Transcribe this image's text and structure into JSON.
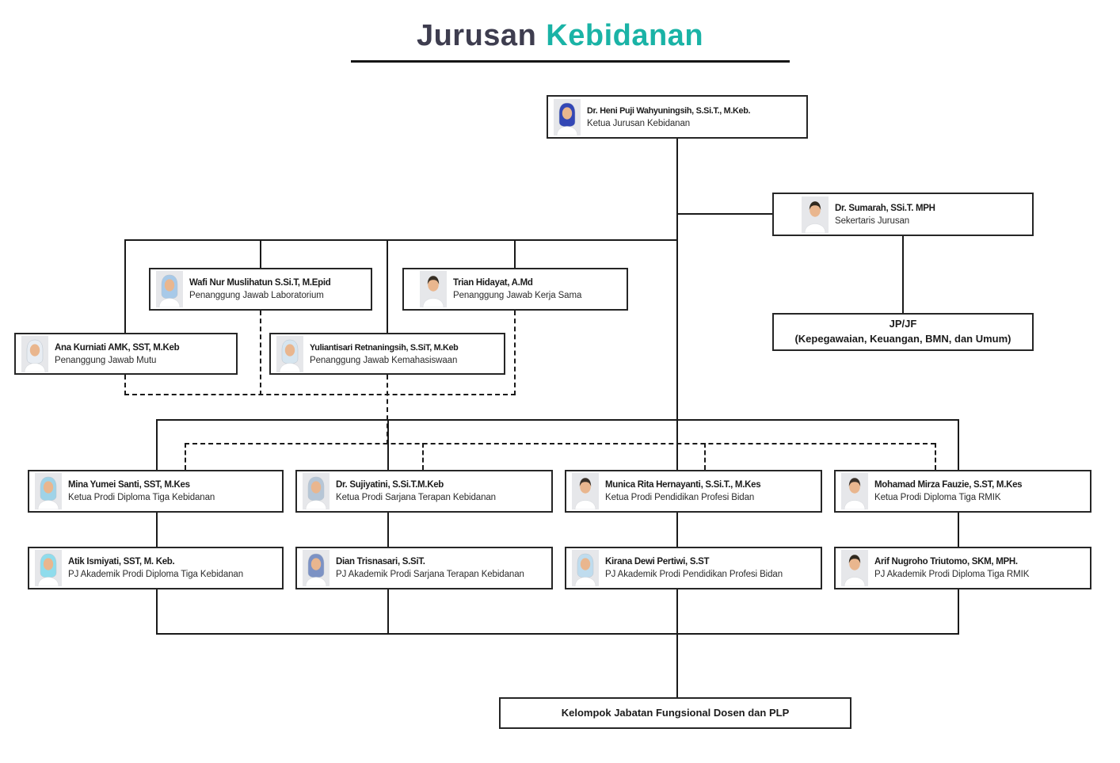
{
  "title": {
    "part1": "Jurusan",
    "part2": "Kebidanan"
  },
  "colors": {
    "accent": "#1ab3a6",
    "title_dark": "#3e3d4f",
    "line": "#1a1a1a",
    "box_border": "#262626"
  },
  "nodes": {
    "ketua": {
      "name": "Dr. Heni Puji Wahyuningsih, S.Si.T., M.Keb.",
      "role": "Ketua Jurusan Kebidanan",
      "avatar": {
        "type": "hijab",
        "color": "#3347b5"
      }
    },
    "sekertaris": {
      "name": "Dr. Sumarah, SSi.T. MPH",
      "role": "Sekertaris Jurusan",
      "avatar": {
        "type": "hair",
        "color": "#30291f"
      }
    },
    "jpjf": {
      "line1": "JP/JF",
      "line2": "(Kepegawaian, Keuangan, BMN, dan Umum)"
    },
    "wafi": {
      "name": "Wafi Nur Muslihatun S.Si.T, M.Epid",
      "role": "Penanggung Jawab Laboratorium",
      "avatar": {
        "type": "hijab",
        "color": "#a7c9e8"
      }
    },
    "trian": {
      "name": "Trian Hidayat, A.Md",
      "role": "Penanggung Jawab Kerja Sama",
      "avatar": {
        "type": "hair",
        "color": "#362e24"
      }
    },
    "ana": {
      "name": "Ana Kurniati AMK, SST, M.Keb",
      "role": "Penanggung Jawab Mutu",
      "avatar": {
        "type": "hijab",
        "color": "#e8edf3"
      }
    },
    "yuliantisari": {
      "name": "Yuliantisari Retnaningsih, S.SiT, M.Keb",
      "role": "Penanggung Jawab Kemahasiswaan",
      "avatar": {
        "type": "hijab",
        "color": "#d6e5ef"
      }
    },
    "prodi": [
      {
        "name": "Mina Yumei Santi, SST, M.Kes",
        "role": "Ketua Prodi Diploma Tiga Kebidanan",
        "avatar": {
          "type": "hijab",
          "color": "#9fd3e8"
        }
      },
      {
        "name": "Dr. Sujiyatini, S.Si.T.M.Keb",
        "role": "Ketua Prodi Sarjana Terapan Kebidanan",
        "avatar": {
          "type": "hijab",
          "color": "#b6c6d6"
        }
      },
      {
        "name": "Munica Rita Hernayanti, S.Si.T., M.Kes",
        "role": "Ketua Prodi Pendidikan Profesi Bidan",
        "avatar": {
          "type": "hair",
          "color": "#3a3129"
        }
      },
      {
        "name": "Mohamad Mirza Fauzie, S.ST, M.Kes",
        "role": "Ketua Prodi Diploma Tiga RMIK",
        "avatar": {
          "type": "hair",
          "color": "#3a3129"
        }
      }
    ],
    "pj": [
      {
        "name": "Atik Ismiyati, SST, M. Keb.",
        "role": "PJ Akademik Prodi Diploma Tiga Kebidanan",
        "avatar": {
          "type": "hijab",
          "color": "#8fdcec"
        }
      },
      {
        "name": "Dian Trisnasari, S.SiT.",
        "role": "PJ Akademik Prodi Sarjana Terapan Kebidanan",
        "avatar": {
          "type": "hijab",
          "color": "#7c92c4"
        }
      },
      {
        "name": "Kirana Dewi Pertiwi, S.ST",
        "role": "PJ Akademik Prodi Pendidikan Profesi Bidan",
        "avatar": {
          "type": "hijab",
          "color": "#bfdcee"
        }
      },
      {
        "name": "Arif Nugroho Triutomo, SKM, MPH.",
        "role": "PJ Akademik Prodi Diploma Tiga RMIK",
        "avatar": {
          "type": "hair",
          "color": "#30291f"
        }
      }
    ],
    "kelompok": {
      "label": "Kelompok Jabatan Fungsional Dosen dan PLP"
    }
  }
}
